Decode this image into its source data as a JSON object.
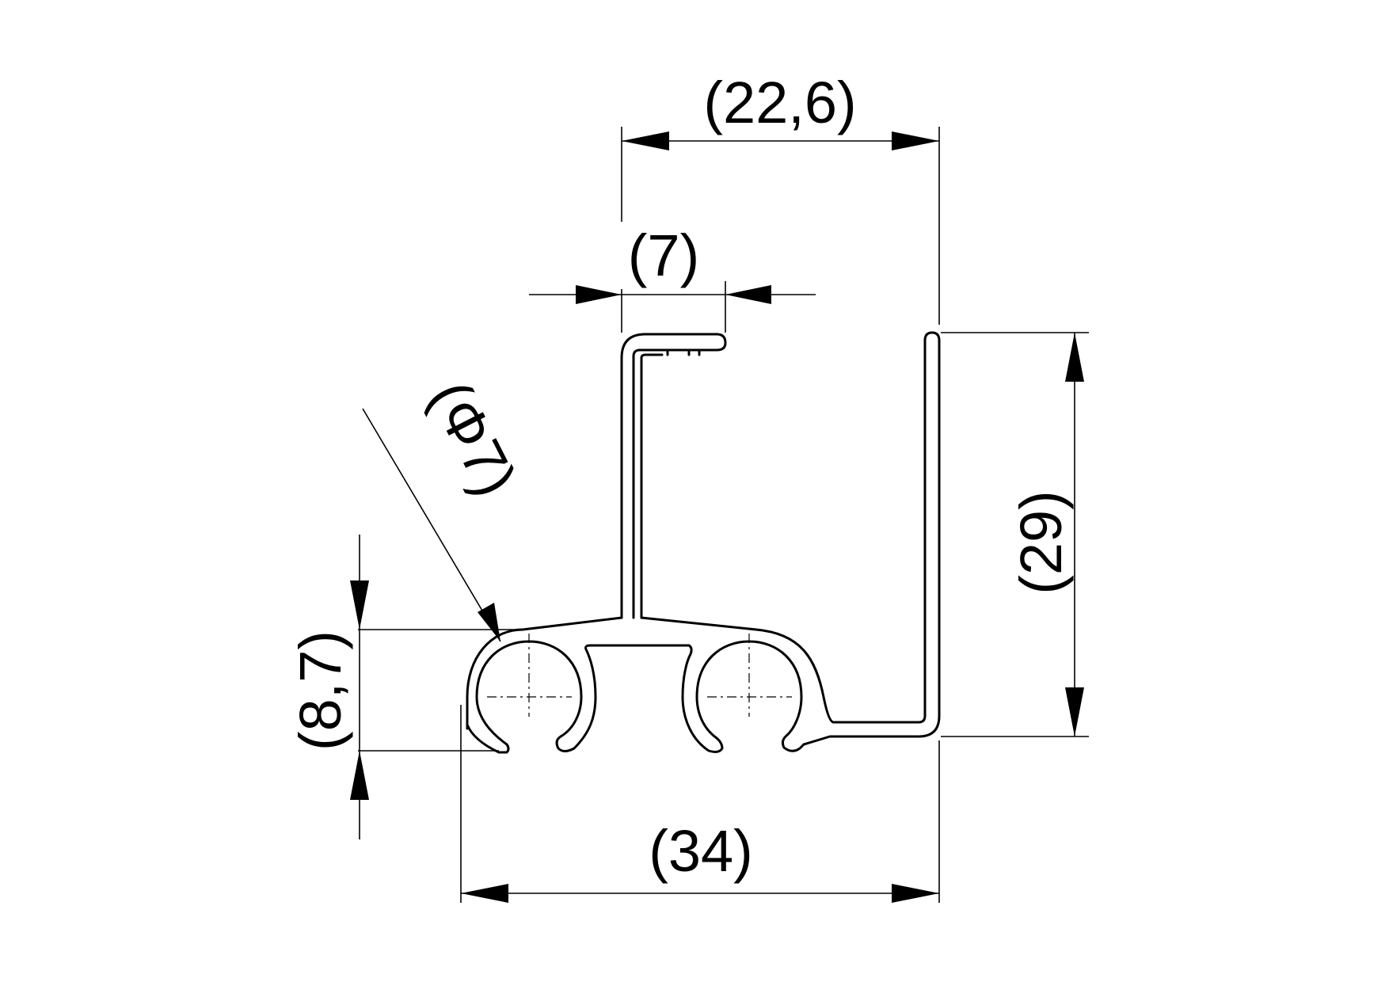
{
  "dimensions": {
    "width_top": "(22,6)",
    "lip_width": "(7)",
    "diameter": "(Φ7)",
    "height_right": "(29)",
    "height_left": "(8,7)",
    "width_bottom": "(34)"
  },
  "colors": {
    "line": "#000000",
    "background": "#ffffff"
  }
}
